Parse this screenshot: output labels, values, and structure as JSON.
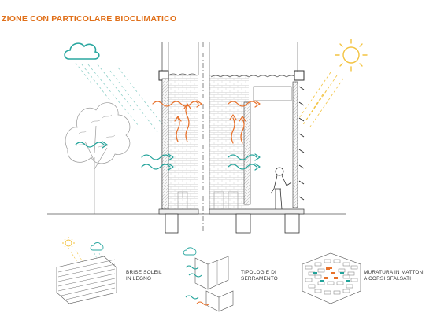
{
  "title": "ZIONE  CON PARTICOLARE BIOCLIMATICO",
  "legend": [
    {
      "line1": "BRISE SOLEIL",
      "line2": "IN LEGNO"
    },
    {
      "line1": "TIPOLOGIE DI",
      "line2": "SERRAMENTO"
    },
    {
      "line1": "MURATURA IN MATTONI",
      "line2": "A CORSI SFALSATI"
    }
  ],
  "colors": {
    "title": "#e0701a",
    "warm_arrow": "#e8712a",
    "cool_arrow": "#22a39a",
    "rain": "#8fd0c9",
    "sun_rays": "#f3c340",
    "cloud": "#2aa7a0",
    "line": "#555555"
  },
  "icons": [
    "cloud-icon",
    "sun-icon",
    "tree-icon",
    "person-icon"
  ]
}
